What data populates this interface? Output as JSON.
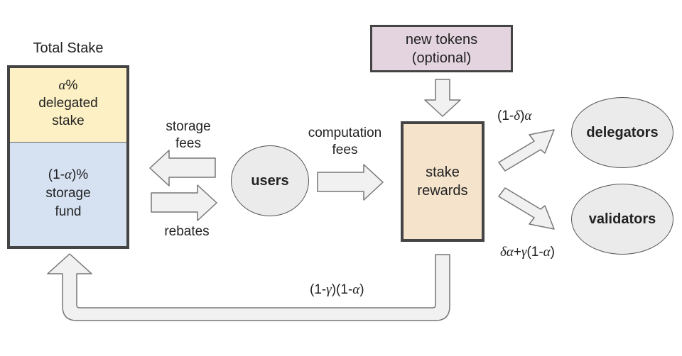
{
  "total_stake": {
    "title": "Total Stake",
    "delegated": {
      "symbol": "α",
      "percent": "%",
      "line2": "delegated",
      "line3": "stake"
    },
    "storage": {
      "prefix": "(1-",
      "symbol": "α",
      "suffix": ")%",
      "line2": "storage",
      "line3": "fund"
    },
    "colors": {
      "delegated": "#fdf0c4",
      "storage": "#d6e2f2"
    }
  },
  "edges": {
    "storage_fees": [
      "storage",
      "fees"
    ],
    "rebates": "rebates",
    "computation_fees": [
      "computation",
      "fees"
    ],
    "delegator_share": {
      "prefix": "(1-",
      "delta": "δ",
      "suffix": ")",
      "alpha": "α"
    },
    "validator_share": {
      "delta": "δ",
      "alpha": "α",
      "plus": "+",
      "gamma": "γ",
      "paren": "(1-",
      "alpha2": "α",
      "close": ")"
    },
    "storage_return": {
      "p1": "(1-",
      "gamma": "γ",
      "p2": ")(1-",
      "alpha": "α",
      "p3": ")"
    }
  },
  "nodes": {
    "users": "users",
    "new_tokens": [
      "new tokens",
      "(optional)"
    ],
    "stake_rewards": [
      "stake",
      "rewards"
    ],
    "delegators": "delegators",
    "validators": "validators"
  },
  "colors": {
    "new_tokens": "#e3d4df",
    "stake_rewards": "#f5e3cc",
    "node_fill": "#ebebeb",
    "arrow_fill": "#f1f1f1"
  }
}
